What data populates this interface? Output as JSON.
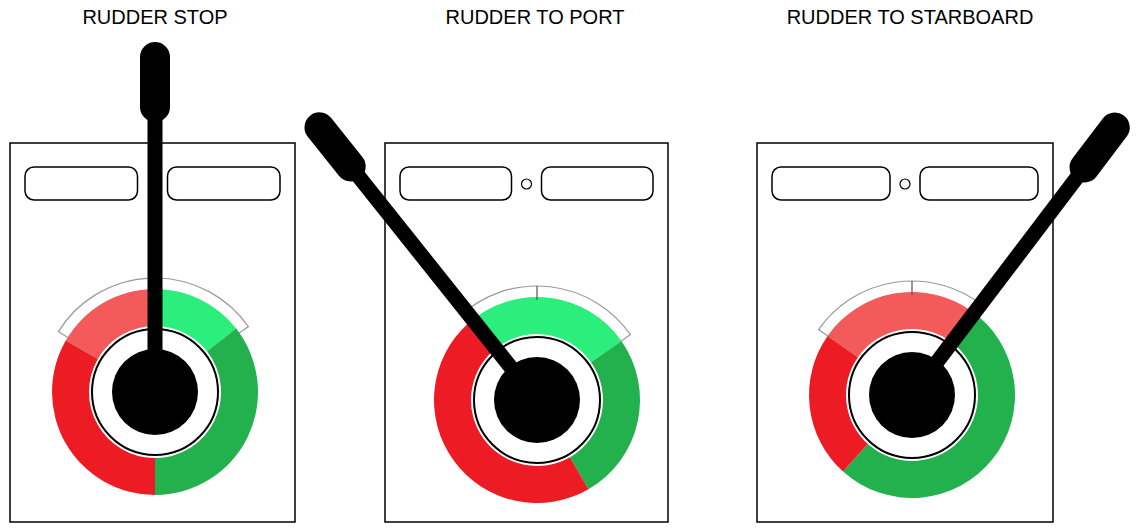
{
  "diagram": {
    "labels": [
      "RUDDER STOP",
      "RUDDER TO PORT",
      "RUDDER TO STARBOARD"
    ]
  }
}
